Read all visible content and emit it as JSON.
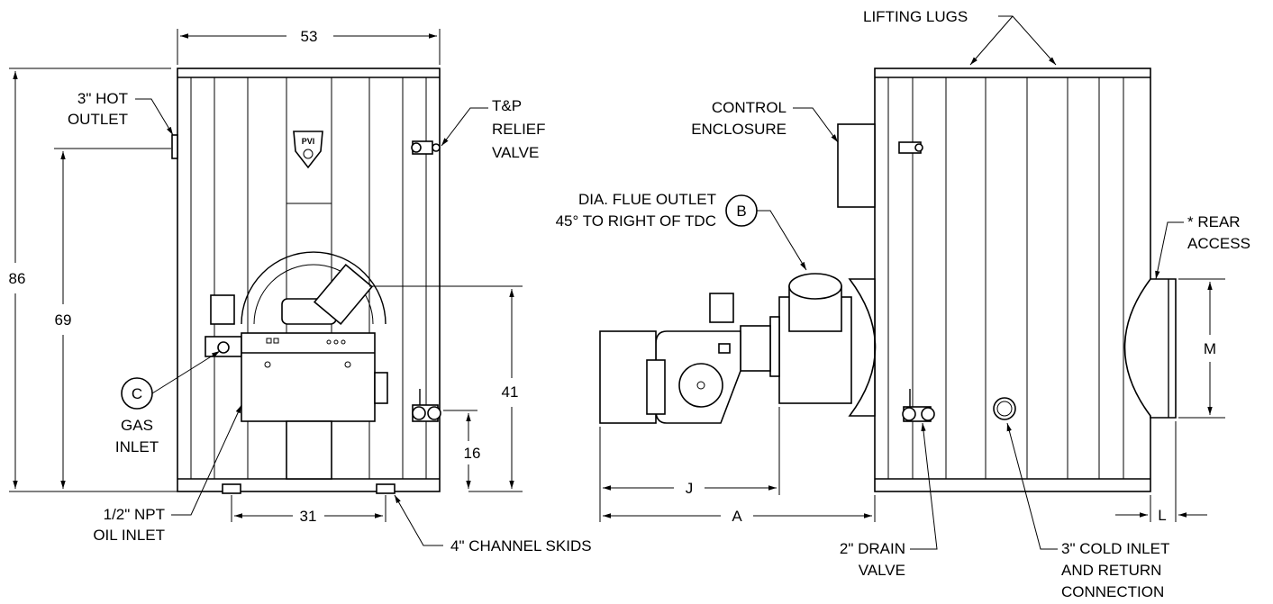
{
  "dimensions": {
    "width": "53",
    "height": "86",
    "hot_outlet_height": "69",
    "burner_height": "41",
    "drain_height": "16",
    "skid_spacing": "31",
    "overall_length": "A",
    "burner_length": "J",
    "rear_access_depth": "L",
    "rear_access_height": "M"
  },
  "callouts": {
    "hot_outlet": [
      "3\" HOT",
      "OUTLET"
    ],
    "tp_relief": [
      "T&P",
      "RELIEF",
      "VALVE"
    ],
    "gas_inlet": [
      "GAS",
      "INLET"
    ],
    "gas_inlet_marker": "C",
    "oil_inlet": [
      "1/2\" NPT",
      "OIL INLET"
    ],
    "channel_skids": "4\" CHANNEL SKIDS",
    "lifting_lugs": "LIFTING LUGS",
    "control_enclosure": [
      "CONTROL",
      "ENCLOSURE"
    ],
    "flue_outlet": [
      "DIA. FLUE OUTLET",
      "45° TO RIGHT OF TDC"
    ],
    "flue_marker": "B",
    "rear_access": [
      "* REAR",
      "ACCESS"
    ],
    "drain_valve": [
      "2\" DRAIN",
      "VALVE"
    ],
    "cold_inlet": [
      "3\" COLD INLET",
      "AND RETURN",
      "CONNECTION"
    ]
  },
  "logo_text": "PVI"
}
